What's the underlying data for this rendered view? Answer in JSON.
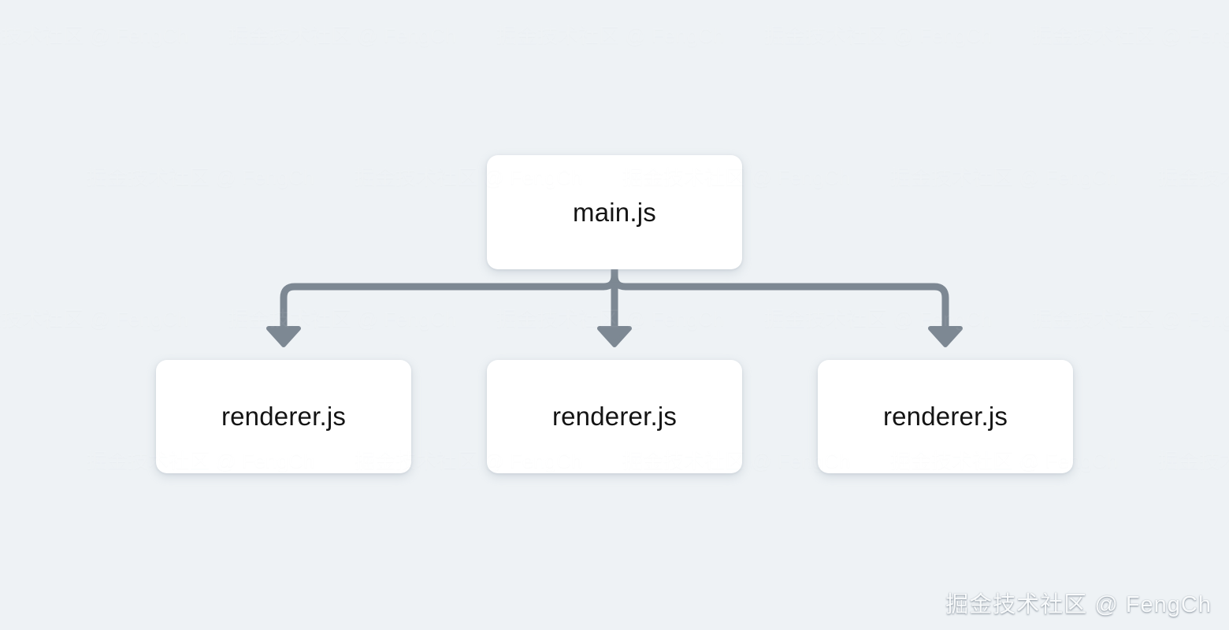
{
  "page": {
    "background": "#eef2f5"
  },
  "diagram": {
    "type": "tree",
    "connector_color": "#7d8893",
    "node_background": "#ffffff",
    "node_text_color": "#141414",
    "root": {
      "label": "main.js"
    },
    "children": [
      {
        "label": "renderer.js"
      },
      {
        "label": "renderer.js"
      },
      {
        "label": "renderer.js"
      }
    ],
    "edges": [
      {
        "from": "main.js",
        "to": "renderer.js (left)"
      },
      {
        "from": "main.js",
        "to": "renderer.js (middle)"
      },
      {
        "from": "main.js",
        "to": "renderer.js (right)"
      }
    ]
  },
  "watermark": {
    "text": "掘金技术社区 @ FengCh"
  }
}
